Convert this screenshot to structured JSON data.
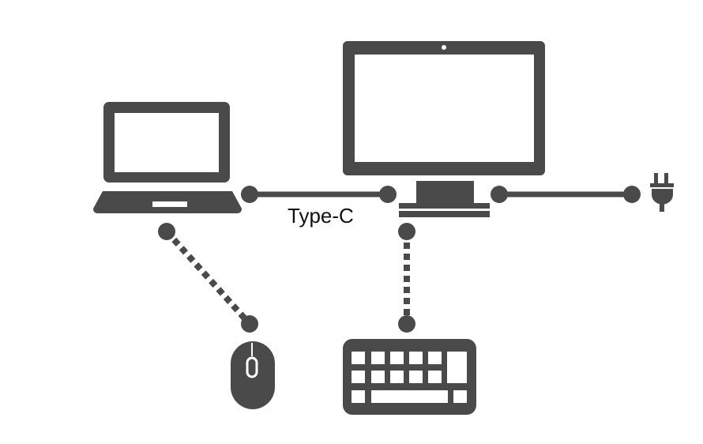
{
  "diagram": {
    "connection_label": "Type-C",
    "color": "#4a4a4a",
    "nodes": [
      {
        "id": "laptop",
        "icon": "laptop-icon"
      },
      {
        "id": "monitor",
        "icon": "monitor-icon"
      },
      {
        "id": "power",
        "icon": "power-plug-icon"
      },
      {
        "id": "mouse",
        "icon": "mouse-icon"
      },
      {
        "id": "keyboard",
        "icon": "keyboard-icon"
      }
    ],
    "edges": [
      {
        "from": "laptop",
        "to": "monitor",
        "style": "solid",
        "label": "Type-C"
      },
      {
        "from": "monitor",
        "to": "power",
        "style": "solid"
      },
      {
        "from": "laptop",
        "to": "mouse",
        "style": "dotted"
      },
      {
        "from": "monitor",
        "to": "keyboard",
        "style": "dotted"
      }
    ]
  }
}
